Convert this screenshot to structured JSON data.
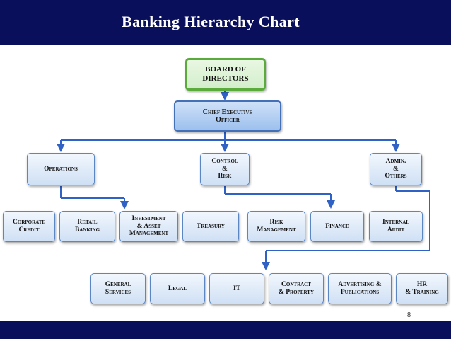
{
  "header": {
    "title": "Banking Hierarchy Chart"
  },
  "page_number": "8",
  "nodes": {
    "board": "BOARD OF\nDIRECTORS",
    "ceo": "Chief Executive\nOfficer",
    "operations": "Operations",
    "control": "Control\n&\nRisk",
    "admin": "Admin.\n&\nOthers",
    "corporate_credit": "Corporate\nCredit",
    "retail_banking": "Retail\nBanking",
    "investment": "Investment\n& Asset\nManagement",
    "treasury": "Treasury",
    "risk_management": "Risk\nManagement",
    "finance": "Finance",
    "internal_audit": "Internal\nAudit",
    "general_services": "General\nServices",
    "legal": "Legal",
    "it": "IT",
    "contract_property": "Contract\n& Property",
    "advertising": "Advertising &\nPublications",
    "hr_training": "HR\n& Training"
  },
  "colors": {
    "header_bg": "#0a0f5c",
    "board_border": "#5aaa3c",
    "ceo_fill": "#9cc0ee",
    "node_border": "#5b86c4",
    "connector": "#2f62c4"
  }
}
